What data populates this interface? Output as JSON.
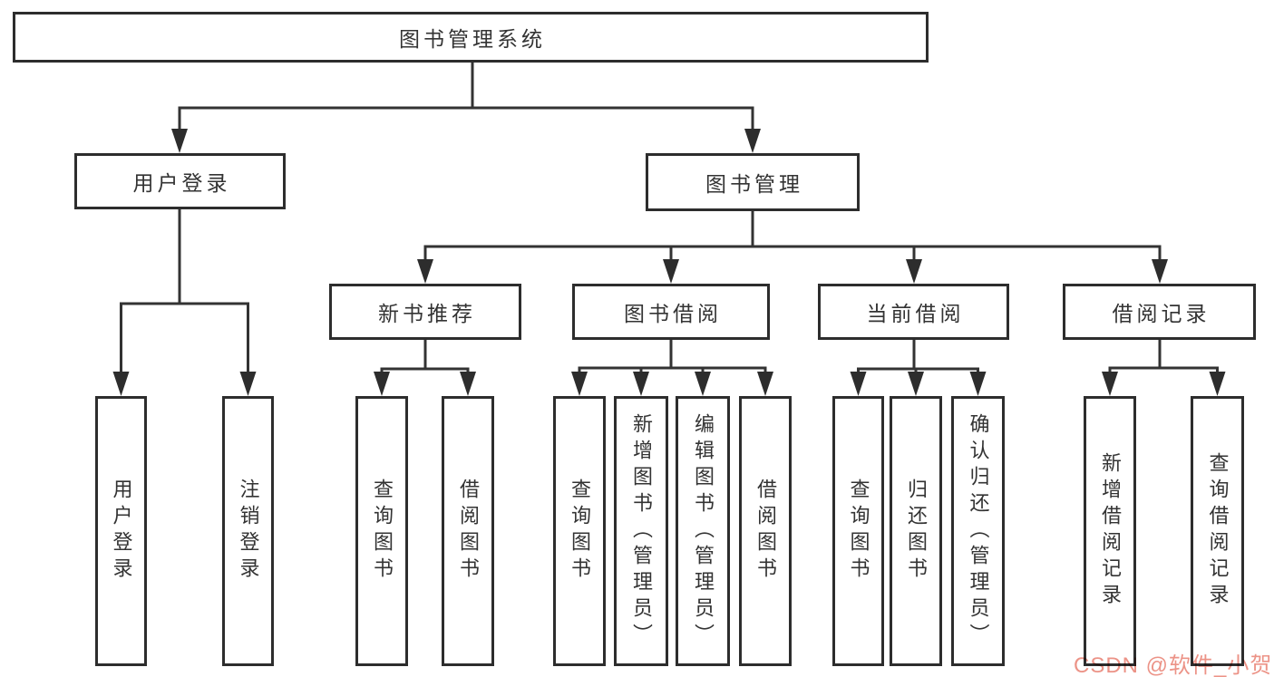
{
  "tree": {
    "label": "图书管理系统",
    "children": [
      {
        "label": "用户登录",
        "children": [
          {
            "label": "用户登录"
          },
          {
            "label": "注销登录"
          }
        ]
      },
      {
        "label": "图书管理",
        "children": [
          {
            "label": "新书推荐",
            "children": [
              {
                "label": "查询图书"
              },
              {
                "label": "借阅图书"
              }
            ]
          },
          {
            "label": "图书借阅",
            "children": [
              {
                "label": "查询图书"
              },
              {
                "label": "新增图书（管理员）"
              },
              {
                "label": "编辑图书（管理员）"
              },
              {
                "label": "借阅图书"
              }
            ]
          },
          {
            "label": "当前借阅",
            "children": [
              {
                "label": "查询图书"
              },
              {
                "label": "归还图书"
              },
              {
                "label": "确认归还（管理员）"
              }
            ]
          },
          {
            "label": "借阅记录",
            "children": [
              {
                "label": "新增借阅记录"
              },
              {
                "label": "查询借阅记录"
              }
            ]
          }
        ]
      }
    ]
  },
  "watermark": {
    "text": "CSDN @软件_小贺同学",
    "color": "#ec9387"
  },
  "colors": {
    "background": "#ffffff",
    "line": "#333333",
    "box_border": "#2d2d2d",
    "text": "#333333"
  }
}
